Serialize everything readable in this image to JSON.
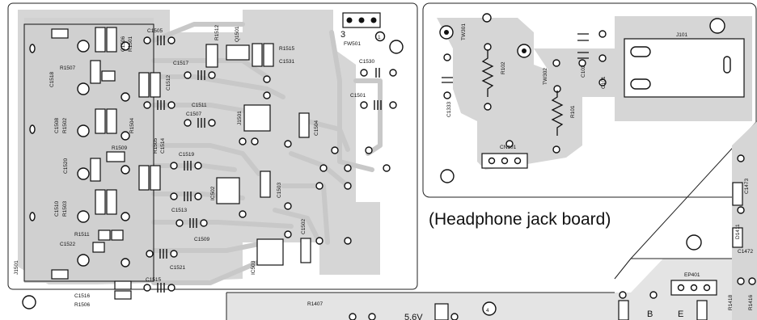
{
  "caption": "(Headphone jack board)",
  "left_board": {
    "labels": [
      "C1505",
      "R1512",
      "Q1501",
      "C1506",
      "R1501",
      "R1515",
      "C1531",
      "C1517",
      "R1507",
      "C1518",
      "C1512",
      "C1511",
      "C1507",
      "C1508",
      "R1502",
      "R1504",
      "C1501",
      "R1509",
      "R1505",
      "C1514",
      "C1519",
      "C1520",
      "C1504",
      "C1510",
      "R1503",
      "C1503",
      "C1513",
      "C1502",
      "C1509",
      "R1511",
      "C1522",
      "C1521",
      "C1515",
      "C1516",
      "R1506",
      "J1501",
      "IC501",
      "IC502",
      "IC503",
      "FW501",
      "C1530",
      "C1501"
    ]
  },
  "right_board": {
    "labels": [
      "TW301",
      "R102",
      "TW302",
      "C102",
      "C101",
      "J101",
      "C1333",
      "R101",
      "CN101"
    ]
  },
  "bottom_board": {
    "labels": [
      "R1407",
      "5.6V",
      "EP401",
      "B",
      "E",
      "R1418",
      "R1416",
      "C1473",
      "D1411",
      "C1472"
    ]
  },
  "markers": {
    "three": "3",
    "one": "1",
    "four": "4"
  }
}
